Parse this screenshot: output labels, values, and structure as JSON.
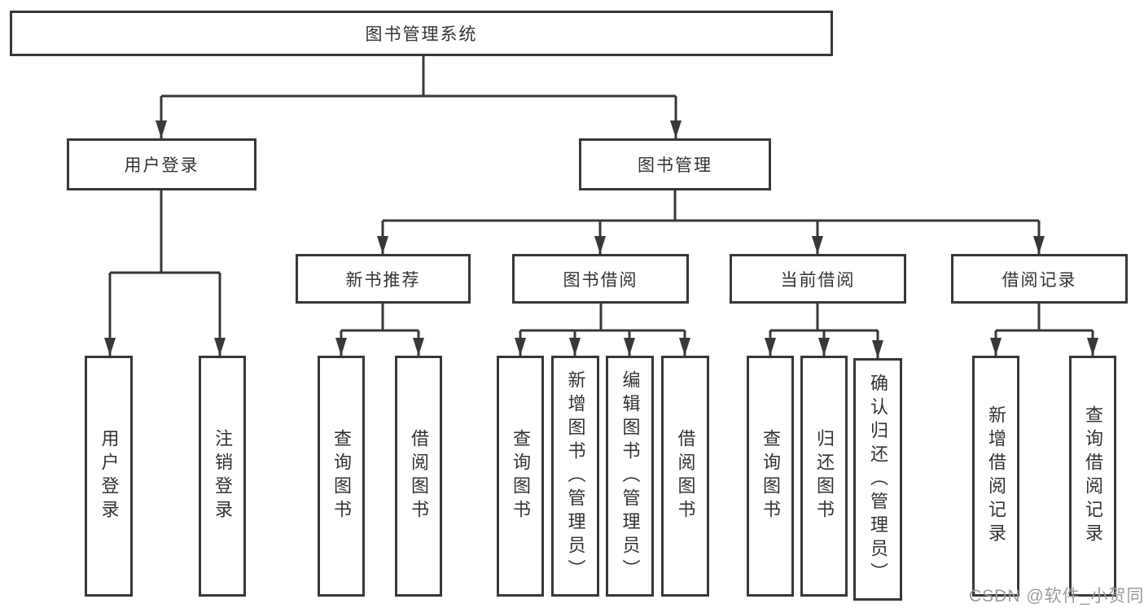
{
  "tree": {
    "label": "图书管理系统",
    "children": [
      {
        "label": "用户登录",
        "children": [
          {
            "label": "用户登录"
          },
          {
            "label": "注销登录"
          }
        ]
      },
      {
        "label": "图书管理",
        "children": [
          {
            "label": "新书推荐",
            "children": [
              {
                "label": "查询图书"
              },
              {
                "label": "借阅图书"
              }
            ]
          },
          {
            "label": "图书借阅",
            "children": [
              {
                "label": "查询图书"
              },
              {
                "label": "新增图书（管理员）"
              },
              {
                "label": "编辑图书（管理员）"
              },
              {
                "label": "借阅图书"
              }
            ]
          },
          {
            "label": "当前借阅",
            "children": [
              {
                "label": "查询图书"
              },
              {
                "label": "归还图书"
              },
              {
                "label": "确认归还（管理员）"
              }
            ]
          },
          {
            "label": "借阅记录",
            "children": [
              {
                "label": "新增借阅记录"
              },
              {
                "label": "查询借阅记录"
              }
            ]
          }
        ]
      }
    ]
  },
  "watermark": {
    "text": "CSDN @软件_小贺同学"
  },
  "colors": {
    "line": "#383838",
    "box_border": "#383838",
    "box_fill": "#ffffff",
    "text": "#333333",
    "watermark": "#9b9b9b"
  }
}
